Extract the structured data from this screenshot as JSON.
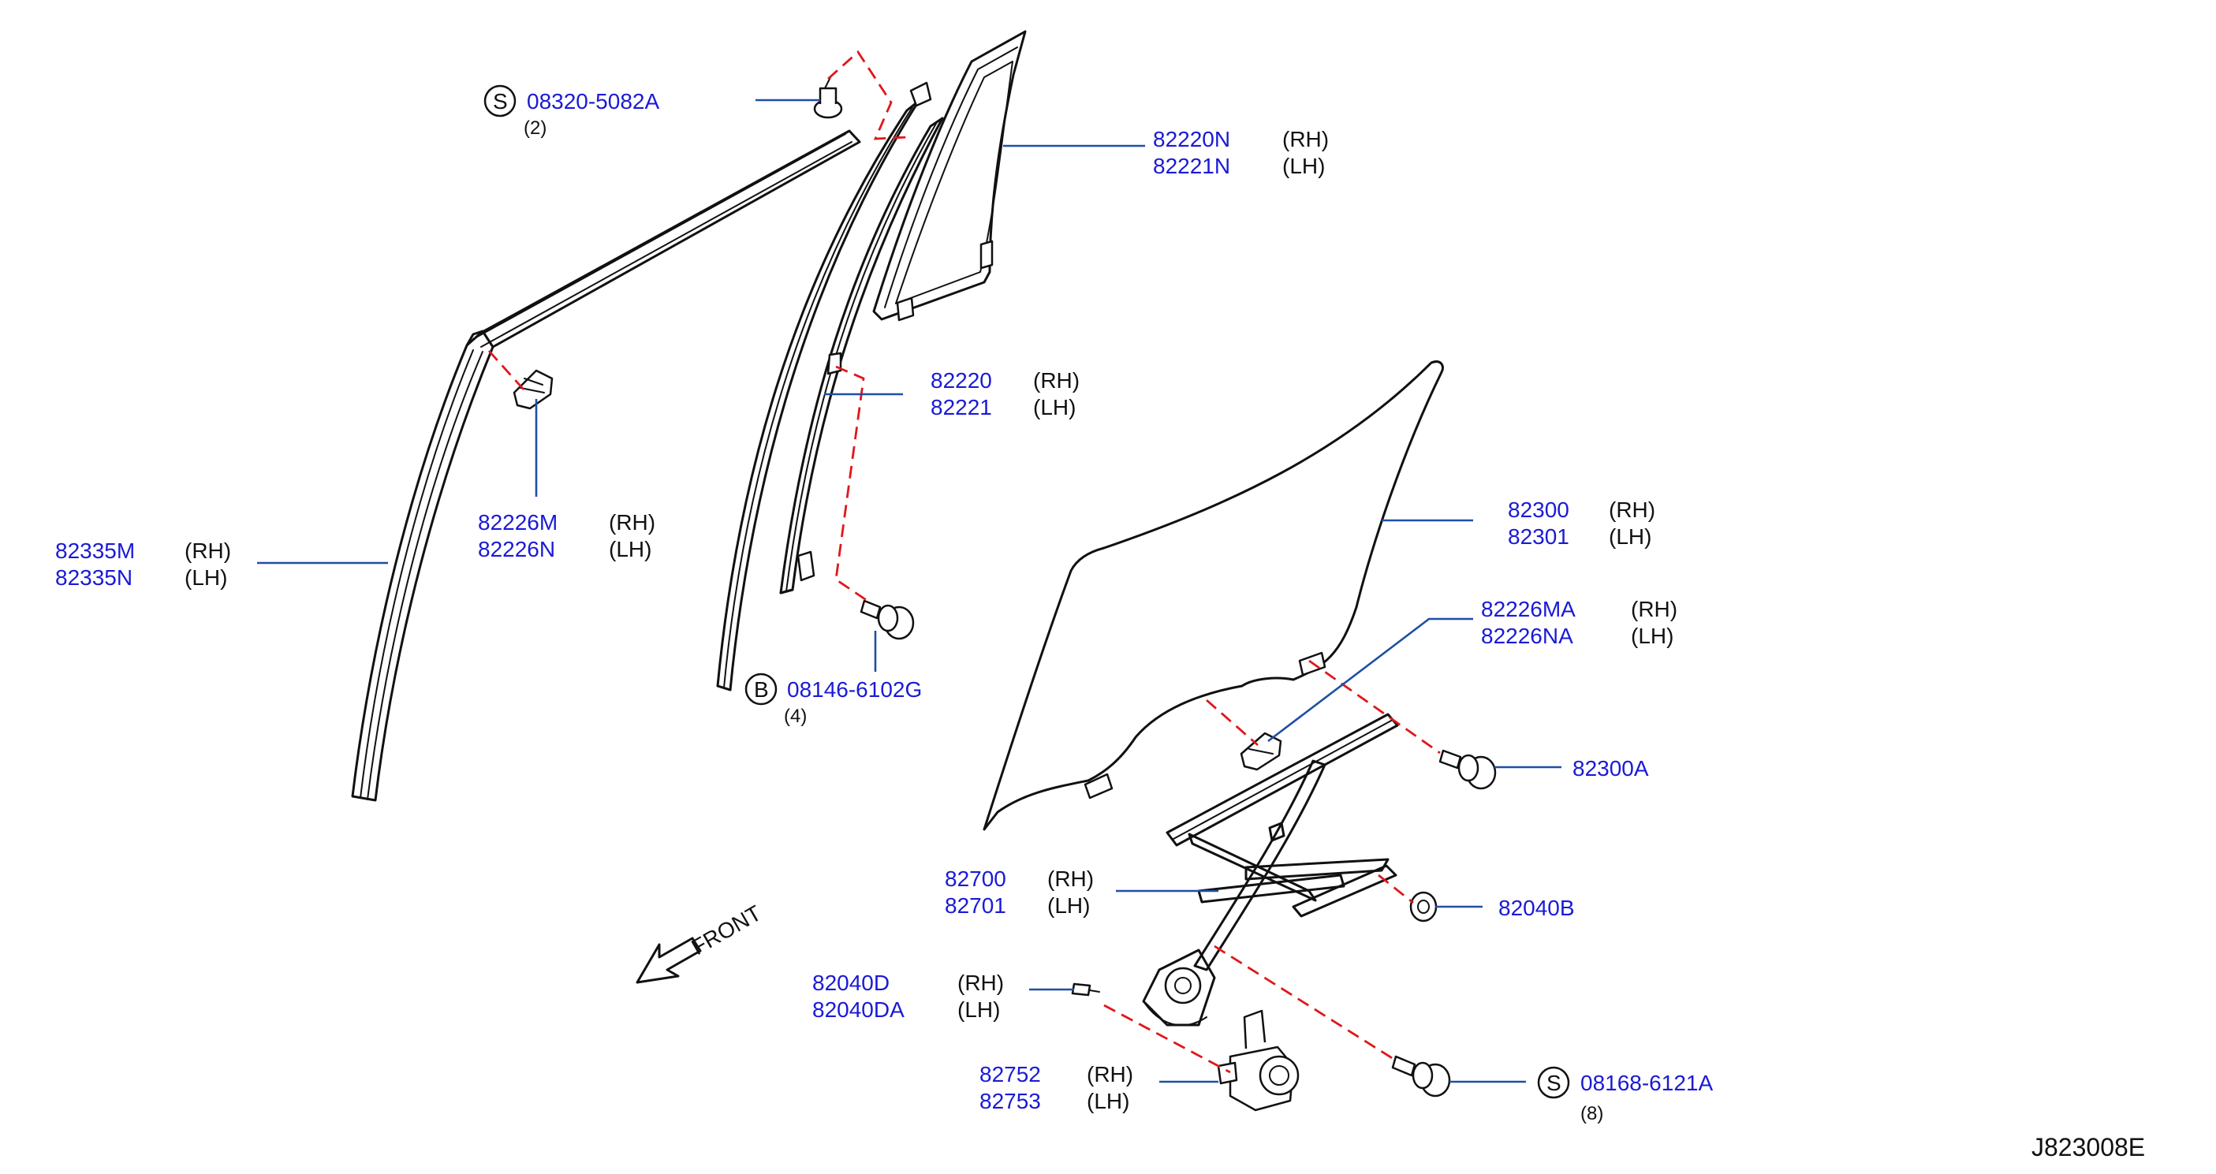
{
  "callouts": [
    {
      "id": "c1",
      "circle": "S",
      "parts": [
        "08320-5082A"
      ],
      "sides": [],
      "qty": "(2)"
    },
    {
      "id": "c2",
      "parts": [
        "82220N",
        "82221N"
      ],
      "sides": [
        "(RH)",
        "(LH)"
      ]
    },
    {
      "id": "c3",
      "parts": [
        "82220",
        "82221"
      ],
      "sides": [
        "(RH)",
        "(LH)"
      ]
    },
    {
      "id": "c4",
      "parts": [
        "82226M",
        "82226N"
      ],
      "sides": [
        "(RH)",
        "(LH)"
      ]
    },
    {
      "id": "c5",
      "parts": [
        "82335M",
        "82335N"
      ],
      "sides": [
        "(RH)",
        "(LH)"
      ]
    },
    {
      "id": "c6",
      "circle": "B",
      "parts": [
        "08146-6102G"
      ],
      "sides": [],
      "qty": "(4)"
    },
    {
      "id": "c7",
      "parts": [
        "82300",
        "82301"
      ],
      "sides": [
        "(RH)",
        "(LH)"
      ]
    },
    {
      "id": "c8",
      "parts": [
        "82226MA",
        "82226NA"
      ],
      "sides": [
        "(RH)",
        "(LH)"
      ]
    },
    {
      "id": "c9",
      "parts": [
        "82300A"
      ],
      "sides": []
    },
    {
      "id": "c10",
      "parts": [
        "82700",
        "82701"
      ],
      "sides": [
        "(RH)",
        "(LH)"
      ]
    },
    {
      "id": "c11",
      "parts": [
        "82040B"
      ],
      "sides": []
    },
    {
      "id": "c12",
      "parts": [
        "82040D",
        "82040DA"
      ],
      "sides": [
        "(RH)",
        "(LH)"
      ]
    },
    {
      "id": "c13",
      "parts": [
        "82752",
        "82753"
      ],
      "sides": [
        "(RH)",
        "(LH)"
      ]
    },
    {
      "id": "c14",
      "circle": "S",
      "parts": [
        "08168-6121A"
      ],
      "sides": [],
      "qty": "(8)"
    }
  ],
  "front_label": "FRONT",
  "diagram_ref": "J823008E",
  "colors": {
    "part_number": "#1a1ad6",
    "leader": "#1f4fa3",
    "dashed": "#e0171b",
    "outline": "#111111"
  }
}
